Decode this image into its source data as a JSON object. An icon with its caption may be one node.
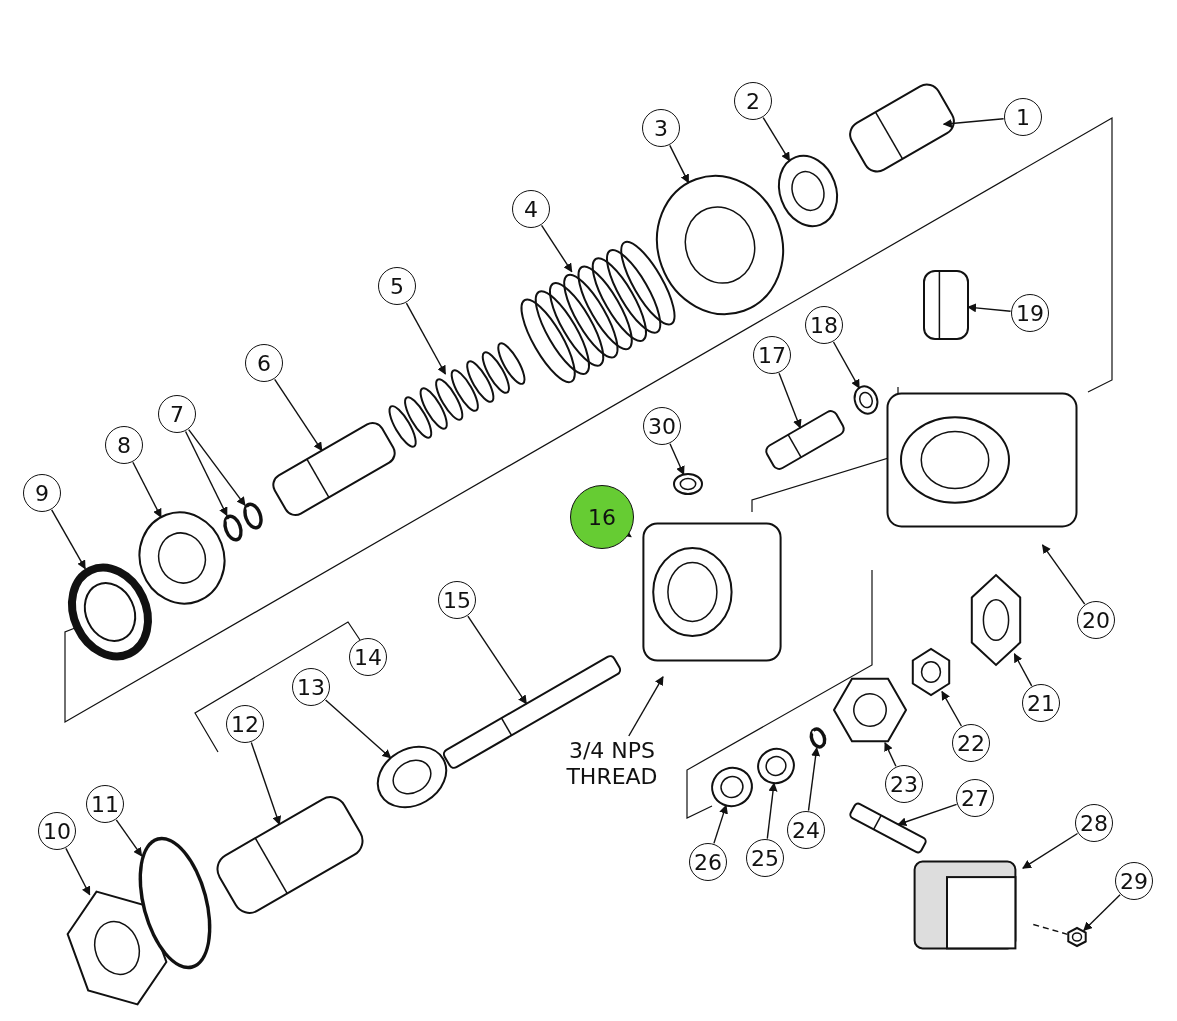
{
  "diagram": {
    "nodes": [
      {
        "text": [
          "1"
        ]
      },
      {
        "text": [
          "2"
        ]
      },
      {
        "text": [
          "3"
        ]
      },
      {
        "text": [
          "4"
        ]
      },
      {
        "text": [
          "5"
        ]
      },
      {
        "text": [
          "6"
        ]
      },
      {
        "text": [
          "7"
        ]
      },
      {
        "text": [
          "8"
        ]
      },
      {
        "text": [
          "9"
        ]
      },
      {
        "text": [
          "10"
        ]
      },
      {
        "text": [
          "11"
        ]
      },
      {
        "text": [
          "12"
        ]
      },
      {
        "text": [
          "13"
        ]
      },
      {
        "text": [
          "14"
        ]
      },
      {
        "text": [
          "15"
        ]
      },
      {
        "text": [
          "16"
        ]
      },
      {
        "text": [
          "17"
        ]
      },
      {
        "text": [
          "18"
        ]
      },
      {
        "text": [
          "19"
        ]
      },
      {
        "text": [
          "20"
        ]
      },
      {
        "text": [
          "21"
        ]
      },
      {
        "text": [
          "22"
        ]
      },
      {
        "text": [
          "23"
        ]
      },
      {
        "text": [
          "24"
        ]
      },
      {
        "text": [
          "25"
        ]
      },
      {
        "text": [
          "26"
        ]
      },
      {
        "text": [
          "27"
        ]
      },
      {
        "text": [
          "28"
        ]
      },
      {
        "text": [
          "29"
        ]
      },
      {
        "text": [
          "30"
        ]
      },
      {
        "text": [
          "3/4 NPS THREAD"
        ]
      },
      {
        "text": [],
        "shape": "picture"
      },
      {
        "text": [],
        "shape": "picture"
      },
      {
        "text": [],
        "shape": "picture"
      },
      {
        "text": [],
        "shape": "picture"
      },
      {
        "text": [],
        "shape": "picture"
      },
      {
        "text": [],
        "shape": "picture"
      },
      {
        "text": [],
        "shape": "picture"
      },
      {
        "text": [],
        "shape": "picture"
      },
      {
        "text": [],
        "shape": "picture"
      },
      {
        "text": [],
        "shape": "picture"
      },
      {
        "text": [],
        "shape": "picture"
      },
      {
        "text": [],
        "shape": "picture"
      },
      {
        "text": [],
        "shape": "picture"
      },
      {
        "text": [],
        "shape": "picture"
      },
      {
        "text": [],
        "shape": "picture"
      },
      {
        "text": [],
        "shape": "picture"
      },
      {
        "text": [],
        "shape": "picture"
      },
      {
        "text": [],
        "shape": "picture"
      },
      {
        "text": [],
        "shape": "picture"
      },
      {
        "text": [],
        "shape": "picture"
      },
      {
        "text": [],
        "shape": "picture"
      },
      {
        "text": [],
        "shape": "picture"
      },
      {
        "text": [],
        "shape": "picture"
      },
      {
        "text": [],
        "shape": "picture"
      },
      {
        "text": [],
        "shape": "picture"
      },
      {
        "text": [],
        "shape": "picture"
      },
      {
        "text": [],
        "shape": "picture"
      },
      {
        "text": [],
        "shape": "picture"
      },
      {
        "text": [],
        "shape": "picture"
      },
      {
        "text": [],
        "shape": "picture"
      }
    ],
    "edges": [
      {
        "from": 0,
        "to": 31,
        "arrow": "to"
      },
      {
        "from": 1,
        "to": 32,
        "arrow": "to"
      },
      {
        "from": 2,
        "to": 33,
        "arrow": "to"
      },
      {
        "from": 3,
        "to": 34,
        "arrow": "to"
      },
      {
        "from": 4,
        "to": 35,
        "arrow": "to"
      },
      {
        "from": 5,
        "to": 36,
        "arrow": "to"
      },
      {
        "from": 6,
        "to": 37,
        "arrow": "to"
      },
      {
        "from": 6,
        "to": 38,
        "arrow": "to"
      },
      {
        "from": 7,
        "to": 39,
        "arrow": "to"
      },
      {
        "from": 8,
        "to": 40,
        "arrow": "to"
      },
      {
        "from": 9,
        "to": 41,
        "arrow": "to"
      },
      {
        "from": 10,
        "to": 42,
        "arrow": "to"
      },
      {
        "from": 11,
        "to": 43,
        "arrow": "to"
      },
      {
        "from": 12,
        "to": 44,
        "arrow": "to"
      },
      {
        "from": 14,
        "to": 45,
        "arrow": "to"
      },
      {
        "from": 15,
        "to": 46,
        "arrow": "to"
      },
      {
        "from": 16,
        "to": 47,
        "arrow": "to"
      },
      {
        "from": 17,
        "to": 48,
        "arrow": "to"
      },
      {
        "from": 18,
        "to": 49,
        "arrow": "to"
      },
      {
        "from": 19,
        "to": 50,
        "arrow": "to"
      },
      {
        "from": 20,
        "to": 51,
        "arrow": "to"
      },
      {
        "from": 21,
        "to": 52,
        "arrow": "to"
      },
      {
        "from": 22,
        "to": 53,
        "arrow": "to"
      },
      {
        "from": 23,
        "to": 54,
        "arrow": "to"
      },
      {
        "from": 24,
        "to": 55,
        "arrow": "to"
      },
      {
        "from": 25,
        "to": 56,
        "arrow": "to"
      },
      {
        "from": 26,
        "to": 57,
        "arrow": "to"
      },
      {
        "from": 27,
        "to": 58,
        "arrow": "to"
      },
      {
        "from": 28,
        "to": 59,
        "arrow": "to"
      },
      {
        "from": 29,
        "to": 60,
        "arrow": "to"
      },
      {
        "from": 30,
        "to": 46,
        "arrow": "to"
      },
      {
        "from": 58,
        "to": 59,
        "arrow": "none",
        "style": "dashed"
      }
    ]
  }
}
